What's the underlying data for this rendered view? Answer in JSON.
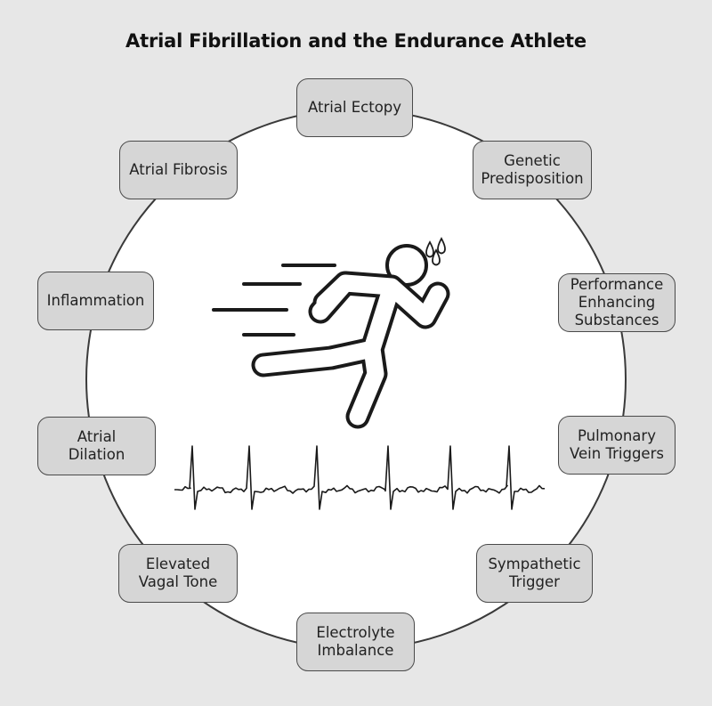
{
  "title": "Atrial Fibrillation and the Endurance Athlete",
  "nodes": [
    {
      "id": "atrial-ectopy",
      "label": "Atrial Ectopy"
    },
    {
      "id": "genetic-predisposition",
      "label": "Genetic\nPredisposition"
    },
    {
      "id": "performance-enhancing-substances",
      "label": "Performance\nEnhancing\nSubstances"
    },
    {
      "id": "pulmonary-vein-triggers",
      "label": "Pulmonary\nVein Triggers"
    },
    {
      "id": "sympathetic-trigger",
      "label": "Sympathetic\nTrigger"
    },
    {
      "id": "electrolyte-imbalance",
      "label": "Electrolyte\nImbalance"
    },
    {
      "id": "elevated-vagal-tone",
      "label": "Elevated\nVagal Tone"
    },
    {
      "id": "atrial-dilation",
      "label": "Atrial\nDilation"
    },
    {
      "id": "inflammation",
      "label": "Inflammation"
    },
    {
      "id": "atrial-fibrosis",
      "label": "Atrial Fibrosis"
    }
  ],
  "icons": {
    "center": "running-person-icon",
    "sweat": "sweat-drops-icon",
    "ecg": "ecg-waveform-icon"
  },
  "colors": {
    "background": "#e7e7e7",
    "circle_fill": "#ffffff",
    "node_fill": "#d6d6d6",
    "stroke": "#3a3a3a"
  }
}
